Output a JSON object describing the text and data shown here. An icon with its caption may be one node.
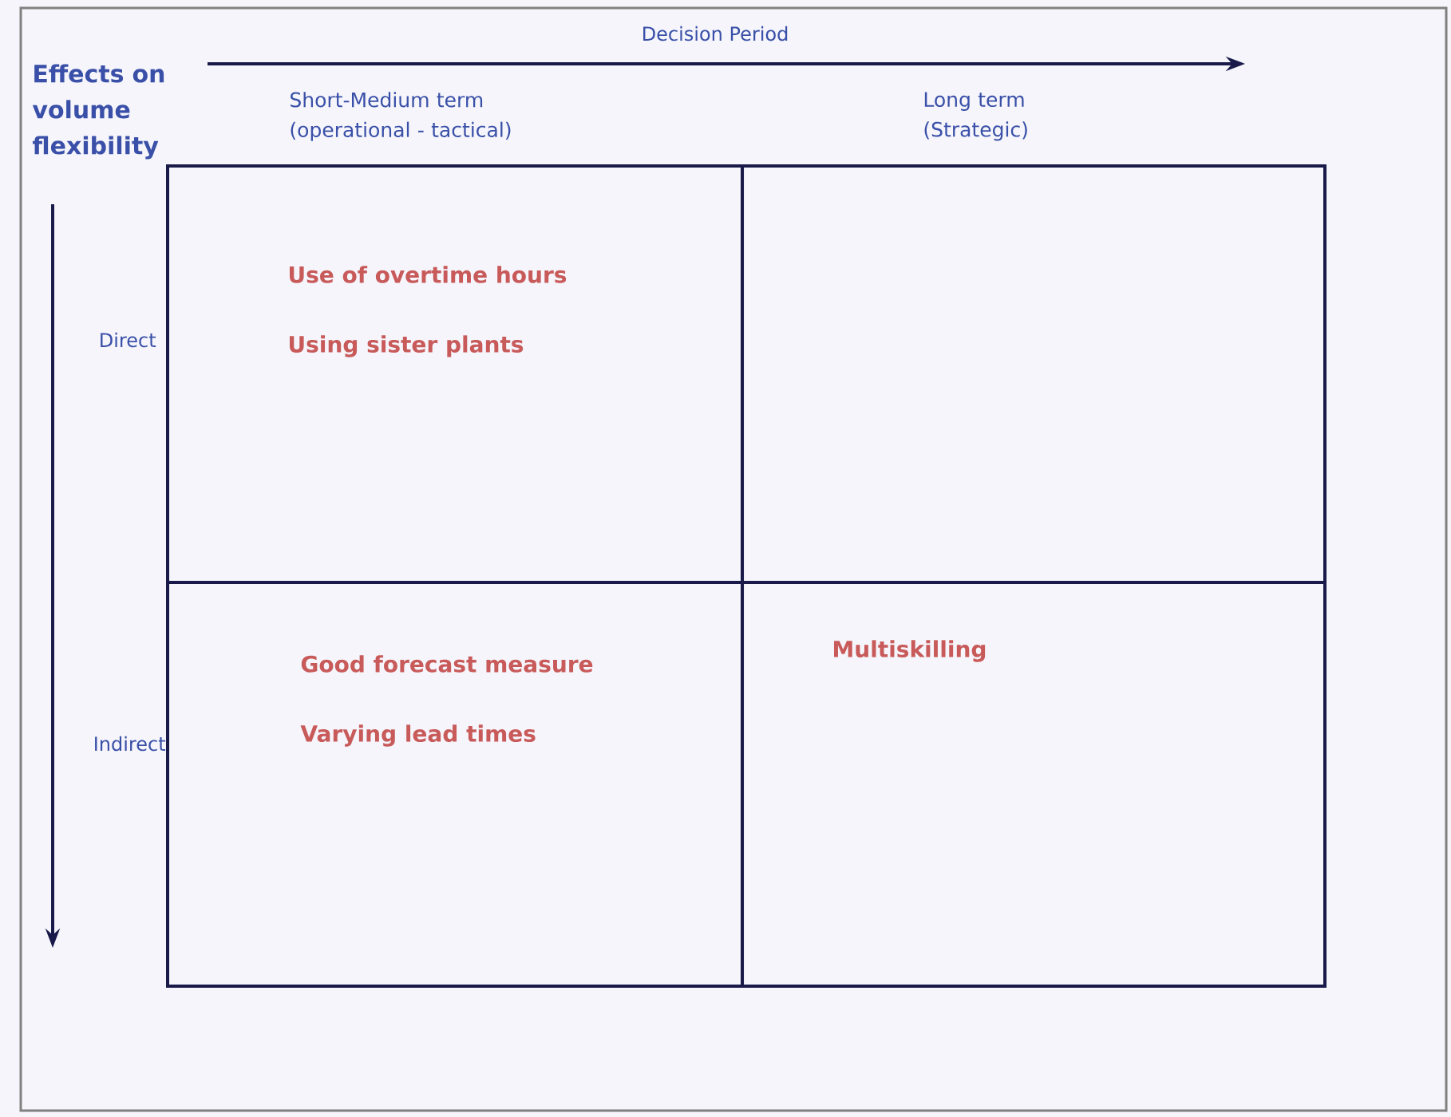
{
  "diagram": {
    "nodes": [
      {
        "text": [
          "Use of overtime hours",
          "Using sister plants"
        ]
      },
      {
        "text": [],
        "shape": "box"
      },
      {
        "text": [
          "Good forecast measure",
          "Varying lead times"
        ]
      },
      {
        "text": [
          "Multiskilling"
        ]
      }
    ],
    "labels": [
      "Decision Period",
      "Effects on volume flexibility",
      "Short-Medium term (operational - tactical)",
      "Long term (Strategic)",
      "Direct",
      "Indirect"
    ]
  }
}
